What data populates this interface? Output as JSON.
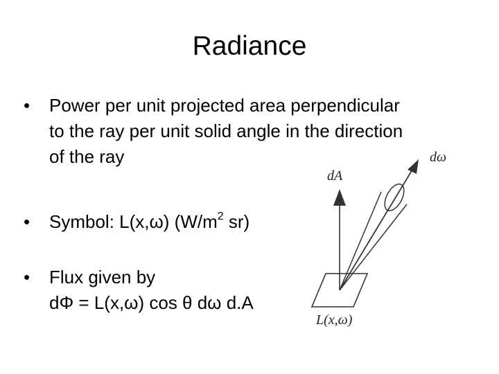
{
  "slide": {
    "title": "Radiance",
    "bullets": [
      {
        "lines": [
          "Power per unit projected area perpendicular",
          "to the ray per unit solid angle in the direction",
          "of the ray"
        ]
      },
      {
        "prefix": "Symbol: L(x,ω) (W/m",
        "exponent": "2",
        "suffix": " sr)"
      },
      {
        "lines": [
          "Flux given by",
          "dΦ = L(x,ω) cos θ dω d.A"
        ]
      }
    ],
    "bullet_glyph": "•"
  },
  "figure": {
    "label_area": "dA",
    "label_solid_angle": "dω",
    "label_radiance": "L(x,ω)"
  }
}
